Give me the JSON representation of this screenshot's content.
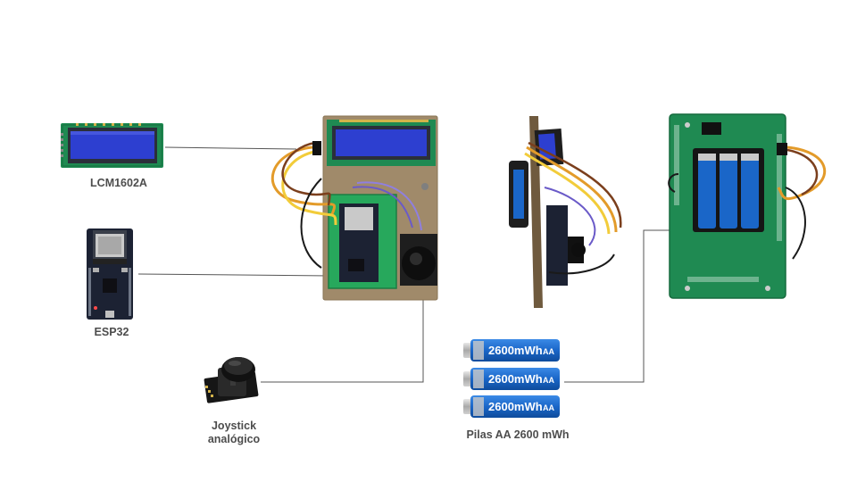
{
  "components": {
    "lcd": {
      "label": "LCM1602A"
    },
    "esp32": {
      "label": "ESP32"
    },
    "joystick": {
      "label_line1": "Joystick",
      "label_line2": "analógico"
    },
    "batteries": {
      "label": "Pilas AA 2600 mWh",
      "cell_text": "2600mWh",
      "cell_size": "AA"
    }
  },
  "colors": {
    "pcb_green": "#1f8a52",
    "proto_board": "#a08a6a",
    "lcd_blue": "#2d3fd0",
    "battery_blue": "#1a66c8",
    "wire_orange": "#e39b2a",
    "wire_yellow": "#f2cc3a",
    "wire_brown": "#7b3f1d",
    "connector_line": "#555555"
  }
}
